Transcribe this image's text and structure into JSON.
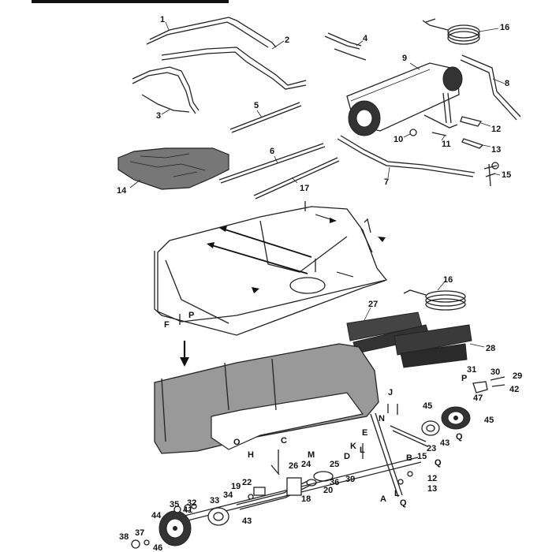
{
  "callouts": [
    {
      "id": "c-1",
      "text": "1"
    },
    {
      "id": "c-2",
      "text": "2"
    },
    {
      "id": "c-3",
      "text": "3"
    },
    {
      "id": "c-4",
      "text": "4"
    },
    {
      "id": "c-5",
      "text": "5"
    },
    {
      "id": "c-6",
      "text": "6"
    },
    {
      "id": "c-7",
      "text": "7"
    },
    {
      "id": "c-8",
      "text": "8"
    },
    {
      "id": "c-9",
      "text": "9"
    },
    {
      "id": "c-10",
      "text": "10"
    },
    {
      "id": "c-11",
      "text": "11"
    },
    {
      "id": "c-12",
      "text": "12"
    },
    {
      "id": "c-13",
      "text": "13"
    },
    {
      "id": "c-14",
      "text": "14"
    },
    {
      "id": "c-15",
      "text": "15"
    },
    {
      "id": "c-16",
      "text": "16"
    },
    {
      "id": "c-17",
      "text": "17"
    },
    {
      "id": "c-16b",
      "text": "16"
    },
    {
      "id": "c-27",
      "text": "27"
    },
    {
      "id": "c-28",
      "text": "28"
    },
    {
      "id": "c-P",
      "text": "P"
    },
    {
      "id": "c-F",
      "text": "F"
    },
    {
      "id": "c-31",
      "text": "31"
    },
    {
      "id": "c-30",
      "text": "30"
    },
    {
      "id": "c-29",
      "text": "29"
    },
    {
      "id": "c-Pb",
      "text": "P"
    },
    {
      "id": "c-42",
      "text": "42"
    },
    {
      "id": "c-47",
      "text": "47"
    },
    {
      "id": "c-45",
      "text": "45"
    },
    {
      "id": "c-45b",
      "text": "45"
    },
    {
      "id": "c-J",
      "text": "J"
    },
    {
      "id": "c-N",
      "text": "N"
    },
    {
      "id": "c-Q",
      "text": "Q"
    },
    {
      "id": "c-43",
      "text": "43"
    },
    {
      "id": "c-E",
      "text": "E"
    },
    {
      "id": "c-K",
      "text": "K"
    },
    {
      "id": "c-L",
      "text": "L"
    },
    {
      "id": "c-23",
      "text": "23"
    },
    {
      "id": "c-D",
      "text": "D"
    },
    {
      "id": "c-C",
      "text": "C"
    },
    {
      "id": "c-O",
      "text": "O"
    },
    {
      "id": "c-H",
      "text": "H"
    },
    {
      "id": "c-M",
      "text": "M"
    },
    {
      "id": "c-26",
      "text": "26"
    },
    {
      "id": "c-24",
      "text": "24"
    },
    {
      "id": "c-25",
      "text": "25"
    },
    {
      "id": "c-36",
      "text": "36"
    },
    {
      "id": "c-39",
      "text": "39"
    },
    {
      "id": "c-B",
      "text": "B"
    },
    {
      "id": "c-15b",
      "text": "15"
    },
    {
      "id": "c-Qb",
      "text": "Q"
    },
    {
      "id": "c-12b",
      "text": "12"
    },
    {
      "id": "c-13b",
      "text": "13"
    },
    {
      "id": "c-A",
      "text": "A"
    },
    {
      "id": "c-Lb",
      "text": "L"
    },
    {
      "id": "c-Qc",
      "text": "Q"
    },
    {
      "id": "c-19",
      "text": "19"
    },
    {
      "id": "c-22",
      "text": "22"
    },
    {
      "id": "c-34",
      "text": "34"
    },
    {
      "id": "c-20",
      "text": "20"
    },
    {
      "id": "c-18",
      "text": "18"
    },
    {
      "id": "c-35",
      "text": "35"
    },
    {
      "id": "c-32",
      "text": "32"
    },
    {
      "id": "c-41",
      "text": "41"
    },
    {
      "id": "c-33",
      "text": "33"
    },
    {
      "id": "c-43b",
      "text": "43"
    },
    {
      "id": "c-44",
      "text": "44"
    },
    {
      "id": "c-38",
      "text": "38"
    },
    {
      "id": "c-37",
      "text": "37"
    },
    {
      "id": "c-46",
      "text": "46"
    }
  ]
}
